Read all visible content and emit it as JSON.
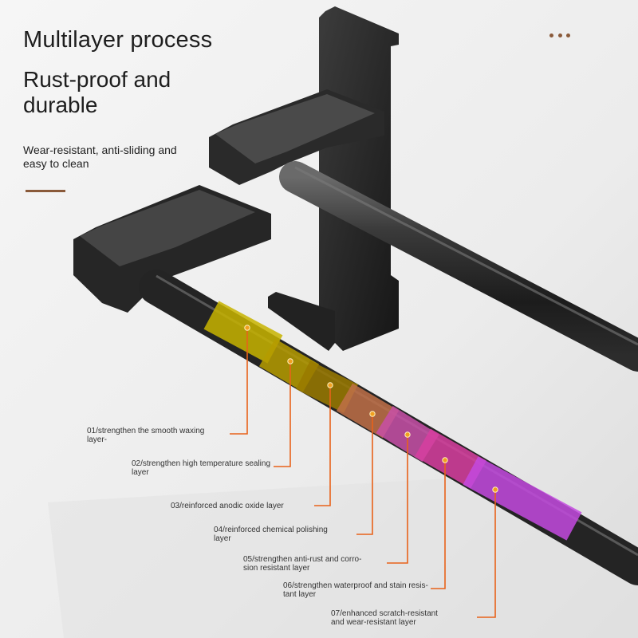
{
  "header": {
    "headline": "Multilayer process",
    "tagline_line1": "Rust-proof and",
    "tagline_line2": "durable",
    "feature_line1": "Wear-resistant, anti-sliding and",
    "feature_line2": "easy to clean"
  },
  "colors": {
    "accent": "#8a5a3a",
    "leader_line": "#e8621a",
    "marker": "#f0a020"
  },
  "layers": [
    {
      "line1": "01/strengthen the smooth waxing",
      "line2": "layer-",
      "color": "#c8b400"
    },
    {
      "line1": "02/strengthen high temperature sealing",
      "line2": "layer",
      "color": "#b69c00"
    },
    {
      "line1": "03/reinforced anodic oxide layer",
      "line2": "",
      "color": "#9a7a00"
    },
    {
      "line1": "04/reinforced chemical polishing",
      "line2": "layer",
      "color": "#c07048"
    },
    {
      "line1": "05/strengthen anti-rust and corro-",
      "line2": "sion resistant layer",
      "color": "#c850a8"
    },
    {
      "line1": "06/strengthen waterproof and stain resis-",
      "line2": "tant layer",
      "color": "#d83fa0"
    },
    {
      "line1": "07/enhanced scratch-resistant",
      "line2": "and wear-resistant layer",
      "color": "#c44ae0"
    }
  ]
}
